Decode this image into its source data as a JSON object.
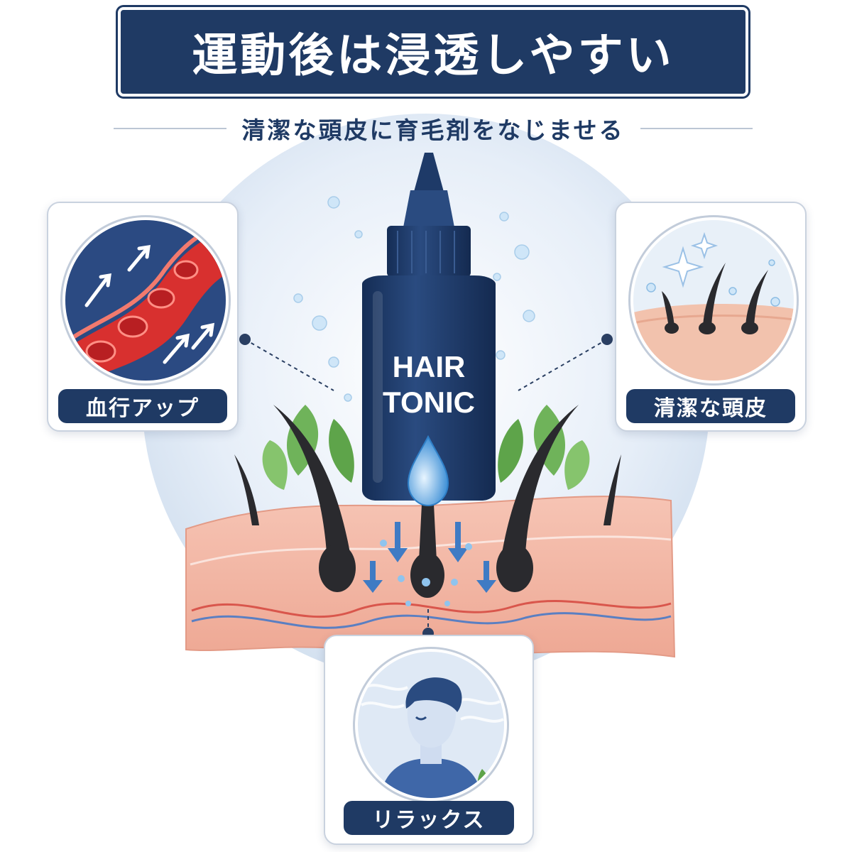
{
  "header": {
    "title": "運動後は浸透しやすい",
    "subtitle": "清潔な頭皮に育毛剤をなじませる"
  },
  "product": {
    "label_line1": "HAIR",
    "label_line2": "TONIC"
  },
  "cards": {
    "left": {
      "label": "血行アップ"
    },
    "right": {
      "label": "清潔な頭皮"
    },
    "bottom": {
      "label": "リラックス"
    }
  },
  "colors": {
    "navy": "#1f3a64",
    "bottle": "#1e3a68",
    "skin": "#f3b6a6",
    "blood": "#d8302f",
    "water": "#6fb2e6"
  }
}
